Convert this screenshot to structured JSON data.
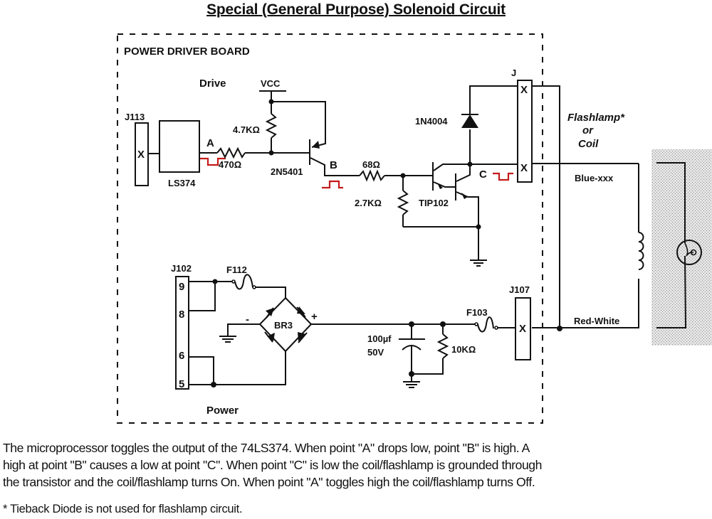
{
  "title": "Special (General Purpose) Solenoid Circuit",
  "board_label": "POWER DRIVER BOARD",
  "sections": {
    "drive": "Drive",
    "power": "Power"
  },
  "components": {
    "j113": "J113",
    "j113_pin": "X",
    "ls374": "LS374",
    "r470": "470Ω",
    "r4k7": "4.7KΩ",
    "vcc": "VCC",
    "q_2n5401": "2N5401",
    "r68": "68Ω",
    "r2k7": "2.7KΩ",
    "q_tip102": "TIP102",
    "d_1n4004": "1N4004",
    "j_top": "J",
    "j_pin_top": "X",
    "j_pin_bottom": "X",
    "j102": "J102",
    "j102_pins": [
      "9",
      "8",
      "6",
      "5"
    ],
    "f112": "F112",
    "br3": "BR3",
    "br3_minus": "-",
    "br3_plus": "+",
    "cap": "100µf",
    "cap_voltage": "50V",
    "r10k": "10KΩ",
    "f103": "F103",
    "j107": "J107",
    "j107_pin": "X"
  },
  "points": {
    "a": "A",
    "b": "B",
    "c": "C"
  },
  "load": {
    "title_line1": "Flashlamp*",
    "title_line2": "or",
    "title_line3": "Coil",
    "wire_top": "Blue-xxx",
    "wire_bottom": "Red-White"
  },
  "description": [
    "The microprocessor toggles the output of the 74LS374.  When point \"A\" drops low, point \"B\" is high.  A",
    "high at point \"B\" causes a low at point \"C\".  When point \"C\" is low the coil/flashlamp is grounded through",
    "the transistor and the coil/flashlamp turns On.  When point \"A\" toggles high the coil/flashlamp turns Off."
  ],
  "footnote": "* Tieback Diode is not used for flashlamp circuit.",
  "colors": {
    "signal_waveform": "#c41a1a",
    "flashlamp_shade": "#d9d9d9"
  }
}
